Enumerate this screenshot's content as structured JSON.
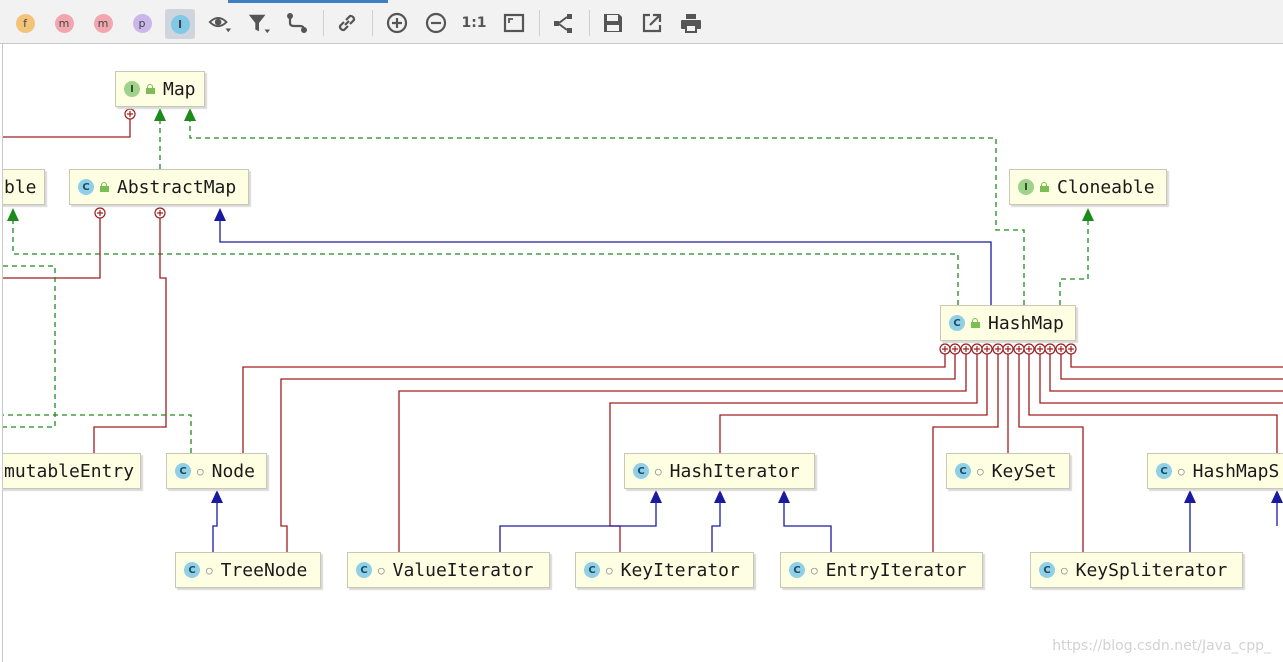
{
  "toolbar": {
    "buttons": [
      {
        "name": "fields-filter",
        "glyph": "f"
      },
      {
        "name": "constructors-filter",
        "glyph": "m"
      },
      {
        "name": "methods-filter",
        "glyph": "m"
      },
      {
        "name": "properties-filter",
        "glyph": "p"
      },
      {
        "name": "inner-classes-filter",
        "glyph": "I"
      },
      {
        "name": "visibility-menu",
        "glyph": "eye-icon"
      },
      {
        "name": "filter-menu",
        "glyph": "funnel-icon"
      },
      {
        "name": "edge-routing",
        "glyph": "route-icon"
      },
      {
        "name": "show-dependencies",
        "glyph": "link-icon"
      },
      {
        "name": "zoom-in",
        "glyph": "plus-circle-icon"
      },
      {
        "name": "zoom-out",
        "glyph": "minus-circle-icon"
      },
      {
        "name": "actual-size",
        "glyph": "1:1"
      },
      {
        "name": "fit-content",
        "glyph": "fit-icon"
      },
      {
        "name": "apply-layout",
        "glyph": "layout-icon"
      },
      {
        "name": "save-image",
        "glyph": "floppy-icon"
      },
      {
        "name": "export",
        "glyph": "export-icon"
      },
      {
        "name": "print",
        "glyph": "printer-icon"
      }
    ]
  },
  "diagram": {
    "nodes": {
      "map": {
        "label": "Map",
        "kind": "interface"
      },
      "comparable": {
        "label": "ble",
        "kind": "interface"
      },
      "abstract_map": {
        "label": "AbstractMap",
        "kind": "class"
      },
      "cloneable": {
        "label": "Cloneable",
        "kind": "interface"
      },
      "hash_map": {
        "label": "HashMap",
        "kind": "class"
      },
      "simple_immutable_entry": {
        "label": "mutableEntry",
        "kind": "class"
      },
      "node": {
        "label": "Node",
        "kind": "class"
      },
      "hash_iterator": {
        "label": "HashIterator",
        "kind": "class"
      },
      "key_set": {
        "label": "KeySet",
        "kind": "class"
      },
      "hash_map_spliterator": {
        "label": "HashMapS",
        "kind": "class"
      },
      "tree_node": {
        "label": "TreeNode",
        "kind": "class"
      },
      "value_iterator": {
        "label": "ValueIterator",
        "kind": "class"
      },
      "key_iterator": {
        "label": "KeyIterator",
        "kind": "class"
      },
      "entry_iterator": {
        "label": "EntryIterator",
        "kind": "class"
      },
      "key_spliterator": {
        "label": "KeySpliterator",
        "kind": "class"
      }
    },
    "kind_letters": {
      "interface": "I",
      "class": "C"
    },
    "edge_colors": {
      "extends": "#1a1aa0",
      "implements": "#1e8a1e",
      "inner": "#a01e1e"
    },
    "watermark": "https://blog.csdn.net/Java_cpp_"
  }
}
